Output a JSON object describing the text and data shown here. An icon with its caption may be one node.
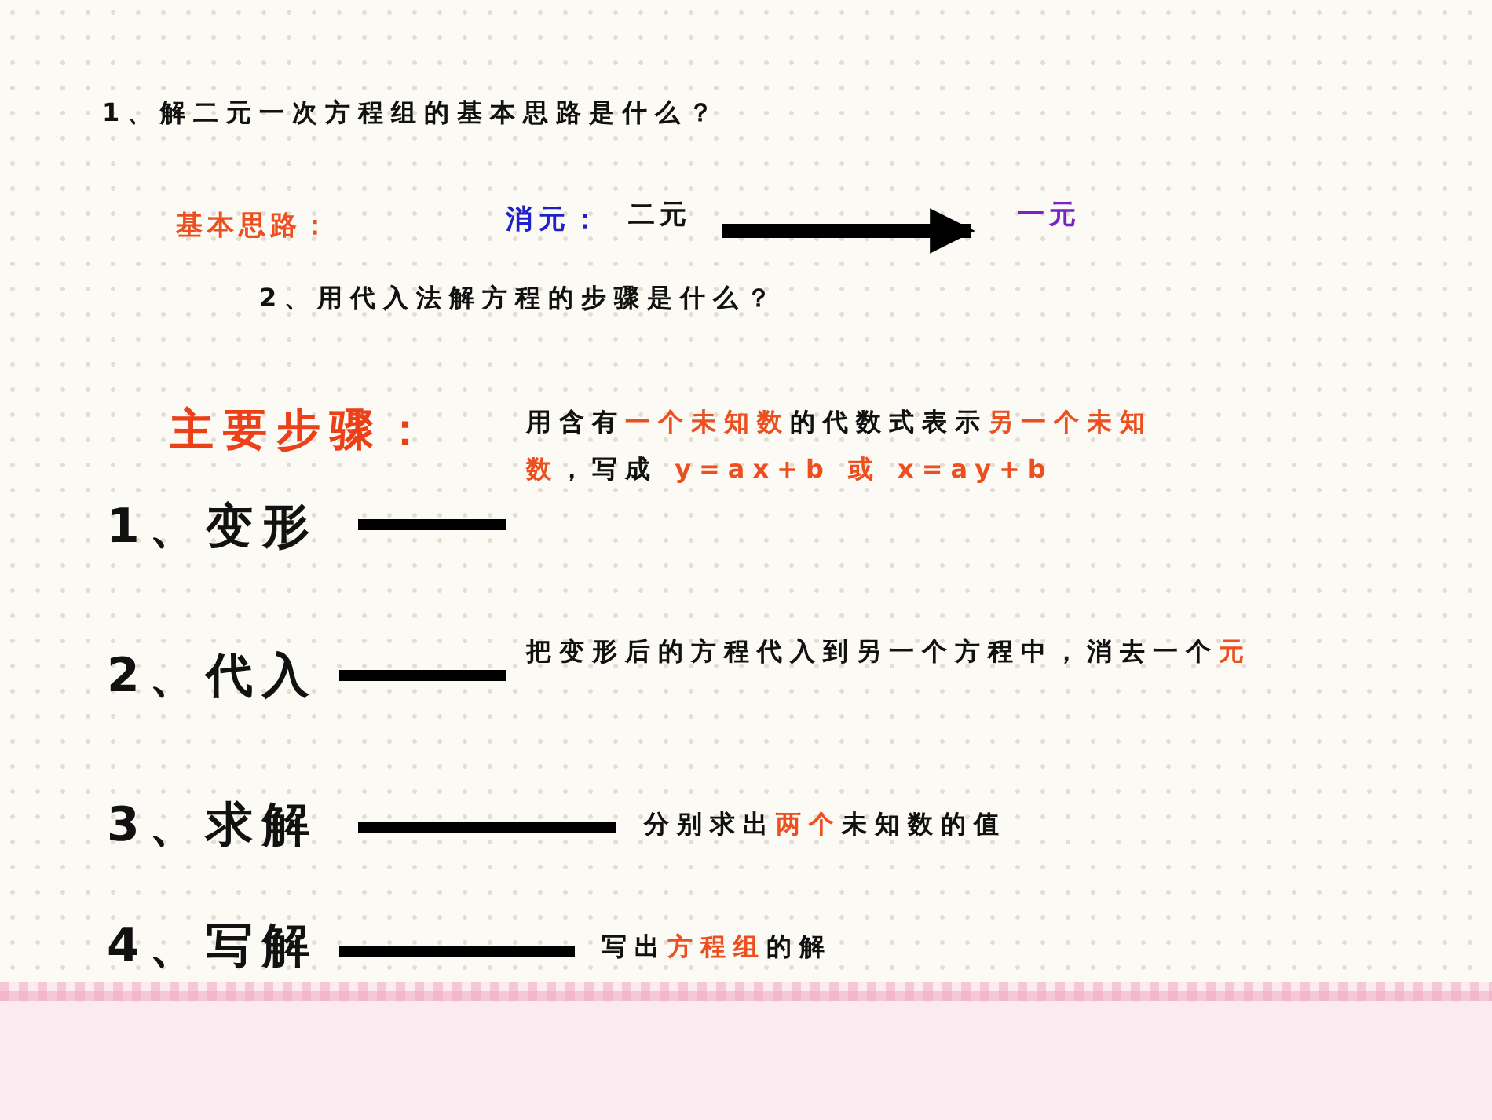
{
  "diagram": {
    "nodes": [
      {
        "text": [
          "二元"
        ]
      },
      {
        "text": [
          "一元"
        ]
      },
      {
        "text": [
          "1、变形"
        ]
      },
      {
        "text": [
          "用含有**一个未知数**的代数式表示**另一个未知数**，写成 **y=ax+b 或 x=ay+b**"
        ]
      },
      {
        "text": [
          "2、代入"
        ]
      },
      {
        "text": [
          "把变形后的方程代入到另一个方程中，消去一个**元**"
        ]
      },
      {
        "text": [
          "3、求解"
        ]
      },
      {
        "text": [
          "分别求出**两个**未知数的值"
        ]
      },
      {
        "text": [
          "4、写解"
        ]
      },
      {
        "text": [
          "写出**方程组**的解"
        ]
      }
    ],
    "edges": [
      {
        "from": 0,
        "to": 1,
        "arrow": "to"
      },
      {
        "from": 2,
        "to": 3,
        "arrow": "none"
      },
      {
        "from": 4,
        "to": 5,
        "arrow": "none"
      },
      {
        "from": 6,
        "to": 7,
        "arrow": "none"
      },
      {
        "from": 8,
        "to": 9,
        "arrow": "none"
      }
    ],
    "labels": [
      "1、解二元一次方程组的基本思路是什么？",
      "基本思路：",
      "消元：",
      "2、用代入法解方程的步骤是什么？",
      "主要步骤："
    ]
  }
}
